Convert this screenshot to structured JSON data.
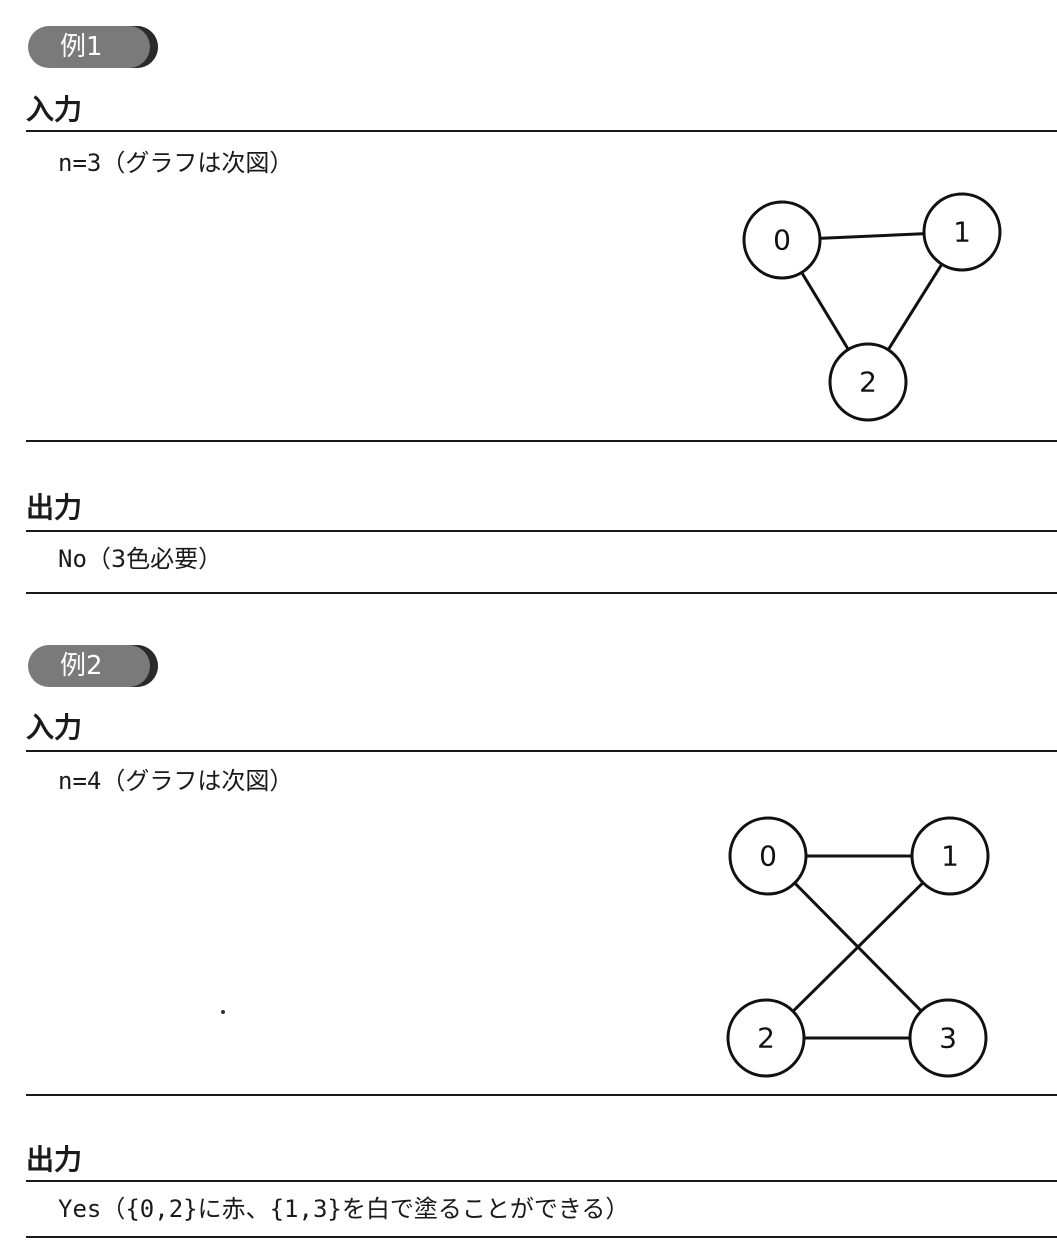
{
  "example1": {
    "badge": "例1",
    "input_label": "入力",
    "input_code": "n=3",
    "input_note": "（グラフは次図）",
    "graph": {
      "nodes": [
        {
          "id": "0",
          "label": "0"
        },
        {
          "id": "1",
          "label": "1"
        },
        {
          "id": "2",
          "label": "2"
        }
      ],
      "edges": [
        [
          "0",
          "1"
        ],
        [
          "0",
          "2"
        ],
        [
          "1",
          "2"
        ]
      ]
    },
    "output_label": "出力",
    "output_code": "No",
    "output_note": "（3色必要）"
  },
  "example2": {
    "badge": "例2",
    "input_label": "入力",
    "input_code": "n=4",
    "input_note": "（グラフは次図）",
    "graph": {
      "nodes": [
        {
          "id": "0",
          "label": "0"
        },
        {
          "id": "1",
          "label": "1"
        },
        {
          "id": "2",
          "label": "2"
        },
        {
          "id": "3",
          "label": "3"
        }
      ],
      "edges": [
        [
          "0",
          "1"
        ],
        [
          "0",
          "3"
        ],
        [
          "1",
          "2"
        ],
        [
          "2",
          "3"
        ]
      ]
    },
    "output_label": "出力",
    "output_code": "Yes",
    "output_note_1": "（",
    "output_code_2": "{0,2}",
    "output_note_2": "に赤、",
    "output_code_3": "{1,3}",
    "output_note_3": "を白で塗ることができる）"
  }
}
